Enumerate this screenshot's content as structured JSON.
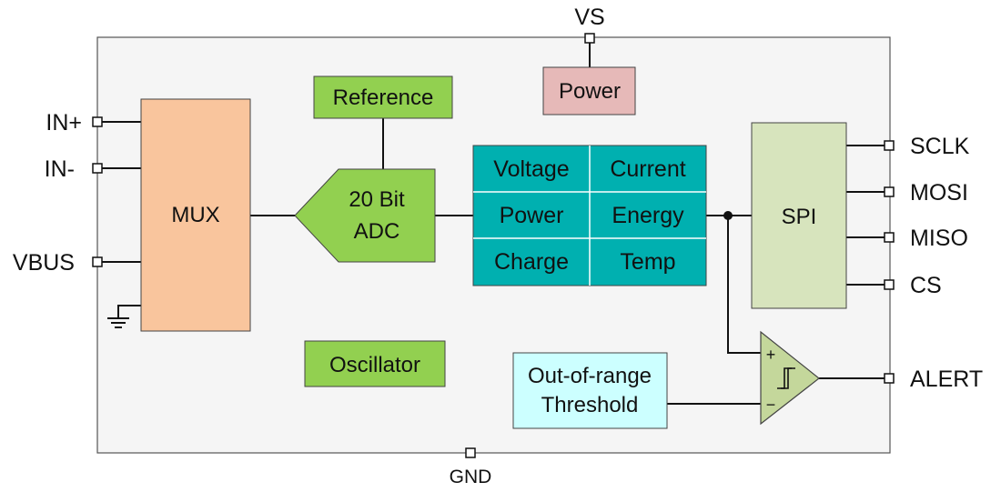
{
  "chip": {
    "pins": {
      "vs": "VS",
      "gnd": "GND",
      "in_plus": "IN+",
      "in_minus": "IN-",
      "vbus": "VBUS",
      "sclk": "SCLK",
      "mosi": "MOSI",
      "miso": "MISO",
      "cs": "CS",
      "alert": "ALERT"
    },
    "blocks": {
      "mux": "MUX",
      "reference": "Reference",
      "adc_line1": "20 Bit",
      "adc_line2": "ADC",
      "power": "Power",
      "spi": "SPI",
      "oscillator": "Oscillator",
      "threshold_line1": "Out-of-range",
      "threshold_line2": "Threshold"
    },
    "registers": [
      "Voltage",
      "Current",
      "Power",
      "Energy",
      "Charge",
      "Temp"
    ],
    "comparator": {
      "plus": "+",
      "minus": "−"
    },
    "colors": {
      "chip_fill": "#f5f5f5",
      "mux_fill": "#f9c59d",
      "green_fill": "#92d050",
      "power_fill": "#e6b9b8",
      "register_fill": "#00b0b0",
      "spi_fill": "#d7e4bd",
      "threshold_fill": "#ccffff",
      "comparator_fill": "#c4d79b"
    }
  }
}
